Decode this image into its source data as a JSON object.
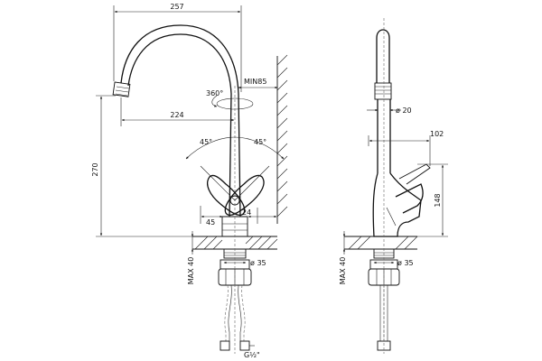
{
  "dimensions": {
    "width_257": "257",
    "height_270": "270",
    "reach_224": "224",
    "rotation": "360°",
    "min_85": "MIN85",
    "angle_left": "45°",
    "angle_right": "45°",
    "offset_45": "45",
    "offset_24": "24",
    "dia_35_front": "ø 35",
    "max_40_front": "MAX 40",
    "thread": "G½\"",
    "dia_20": "ø 20",
    "depth_102": "102",
    "height_148": "148",
    "dia_35_side": "ø 35",
    "max_40_side": "MAX 40"
  }
}
